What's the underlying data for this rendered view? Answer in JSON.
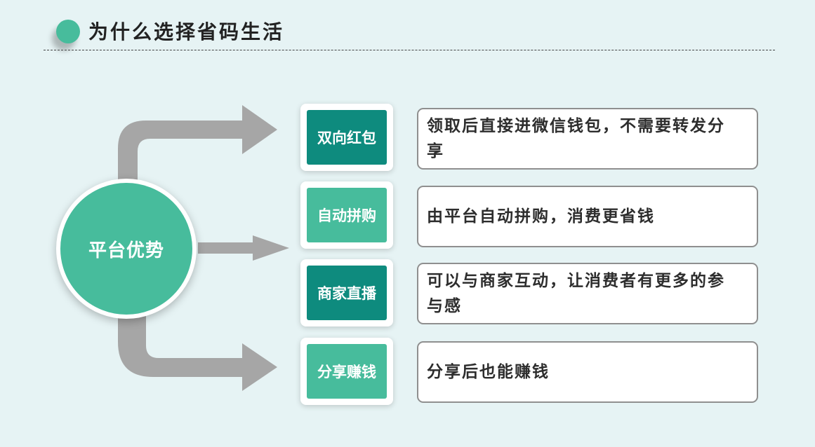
{
  "header": {
    "title": "为什么选择省码生活"
  },
  "hub": {
    "label": "平台优势"
  },
  "items": [
    {
      "tag": "双向红包",
      "tone": "dark",
      "desc": "领取后直接进微信钱包，不需要转发分享"
    },
    {
      "tag": "自动拼购",
      "tone": "light",
      "desc": "由平台自动拼购，消费更省钱"
    },
    {
      "tag": "商家直播",
      "tone": "dark",
      "desc": "可以与商家互动，让消费者有更多的参与感"
    },
    {
      "tag": "分享赚钱",
      "tone": "light",
      "desc": "分享后也能赚钱"
    }
  ],
  "colors": {
    "accent": "#47bc9c",
    "accent_dark": "#0e8b7e",
    "arrow": "#a6a6a6",
    "background": "#e6f3f4"
  }
}
